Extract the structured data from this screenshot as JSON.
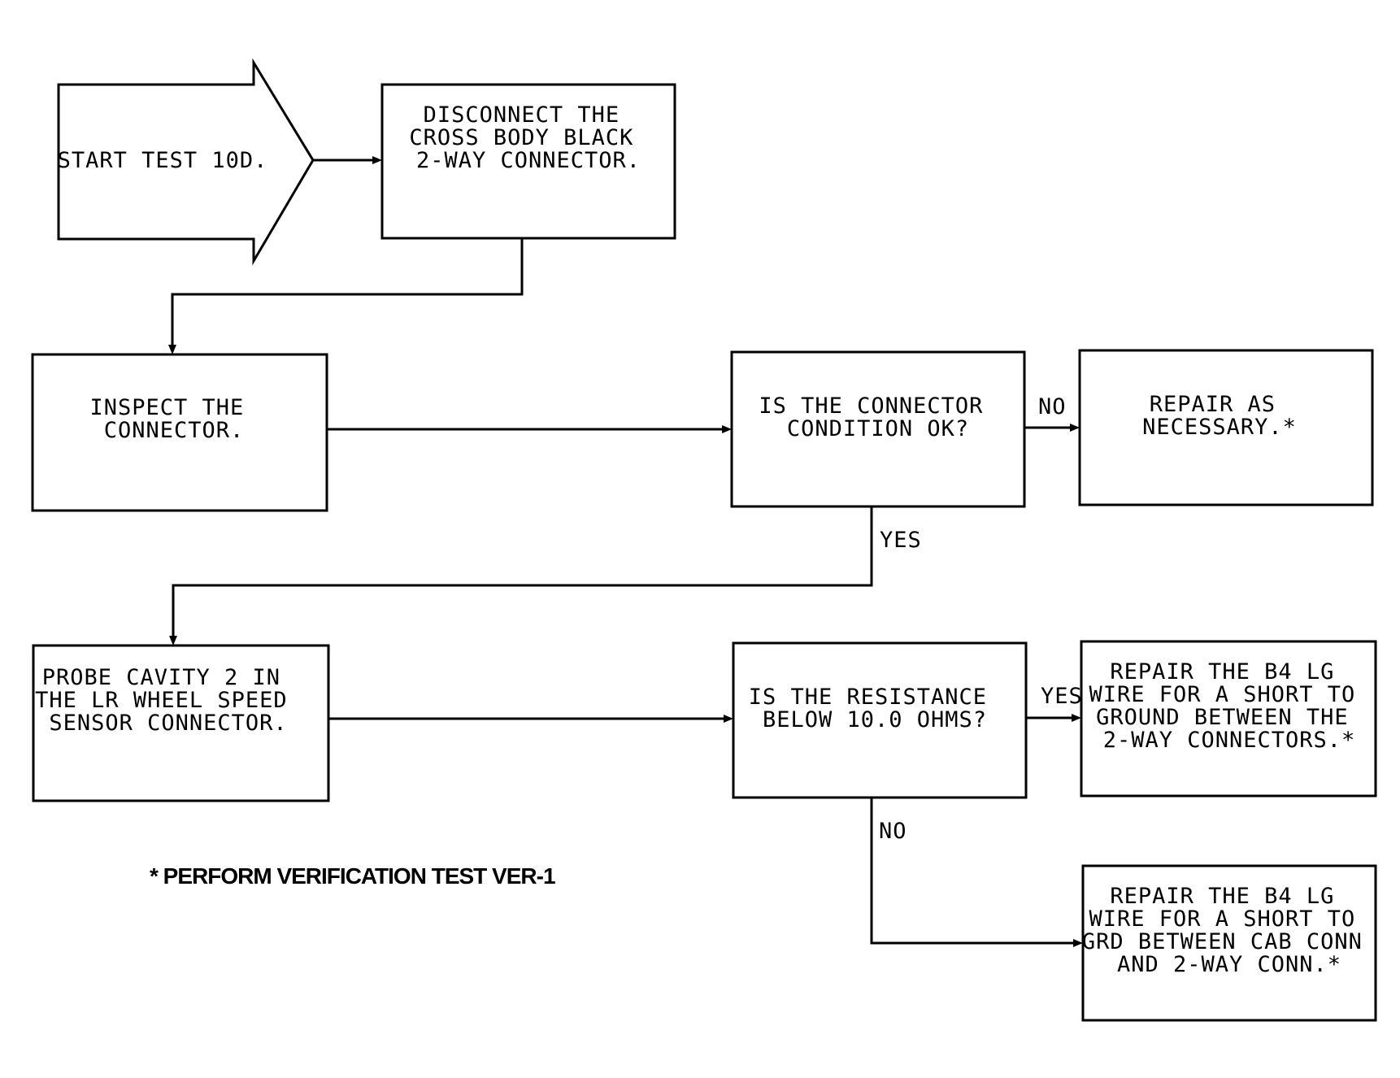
{
  "nodes": {
    "start": {
      "lines": [
        "START TEST 10D."
      ]
    },
    "disconnect": {
      "lines": [
        "DISCONNECT THE",
        "CROSS BODY BLACK",
        "2-WAY CONNECTOR."
      ]
    },
    "inspect": {
      "lines": [
        "INSPECT THE",
        "CONNECTOR."
      ]
    },
    "condition_ok": {
      "lines": [
        "IS THE CONNECTOR",
        "CONDITION OK?"
      ]
    },
    "repair_necessary": {
      "lines": [
        "REPAIR AS",
        "NECESSARY.*"
      ]
    },
    "probe": {
      "lines": [
        "PROBE CAVITY 2 IN",
        "THE LR WHEEL SPEED",
        "SENSOR CONNECTOR."
      ]
    },
    "resistance": {
      "lines": [
        "IS THE RESISTANCE",
        "BELOW 10.0 OHMS?"
      ]
    },
    "repair_ground": {
      "lines": [
        "REPAIR THE B4 LG",
        "WIRE FOR A SHORT TO",
        "GROUND BETWEEN THE",
        "2-WAY CONNECTORS.*"
      ]
    },
    "repair_grd_cab": {
      "lines": [
        "REPAIR THE B4 LG",
        "WIRE FOR A SHORT TO",
        "GRD BETWEEN CAB CONN",
        "AND 2-WAY CONN.*"
      ]
    }
  },
  "edge_labels": {
    "condition_no": "NO",
    "condition_yes": "YES",
    "resistance_yes": "YES",
    "resistance_no": "NO"
  },
  "footnote": "* PERFORM VERIFICATION TEST VER-1"
}
